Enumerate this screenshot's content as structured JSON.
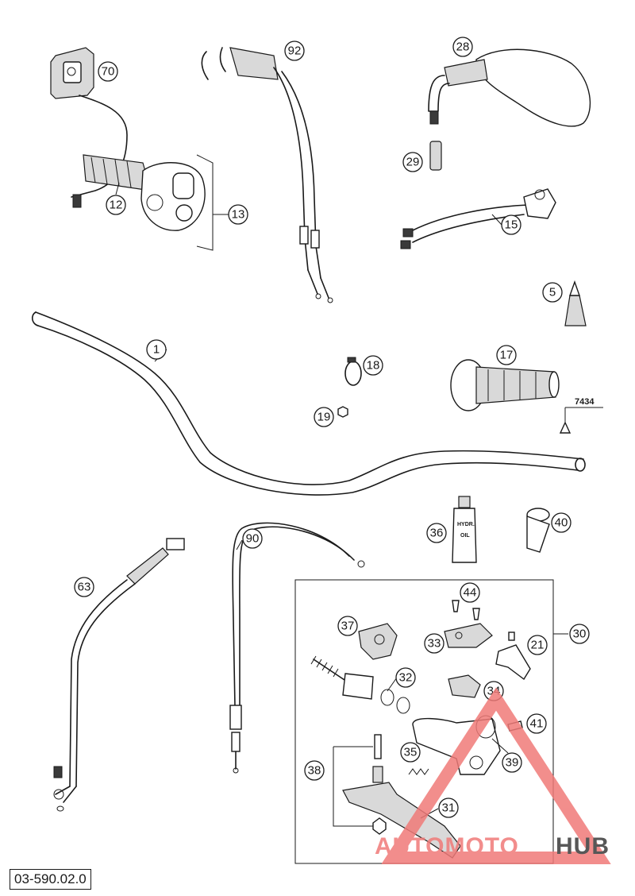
{
  "diagram": {
    "document_number": "03-590.02.0",
    "part_callouts": [
      "1",
      "5",
      "12",
      "13",
      "15",
      "17",
      "18",
      "19",
      "21",
      "28",
      "29",
      "30",
      "31",
      "32",
      "33",
      "34",
      "35",
      "36",
      "37",
      "38",
      "39",
      "40",
      "41",
      "44",
      "63",
      "70",
      "90",
      "92"
    ],
    "tool_code": "7434",
    "bottle_label": [
      "HYDR.",
      "OIL"
    ]
  },
  "watermark": {
    "text_part1": "AUTOMOTO",
    "text_part2": "HUB",
    "colors": {
      "primary": "#f07a78",
      "secondary": "#3a3a3a"
    }
  }
}
